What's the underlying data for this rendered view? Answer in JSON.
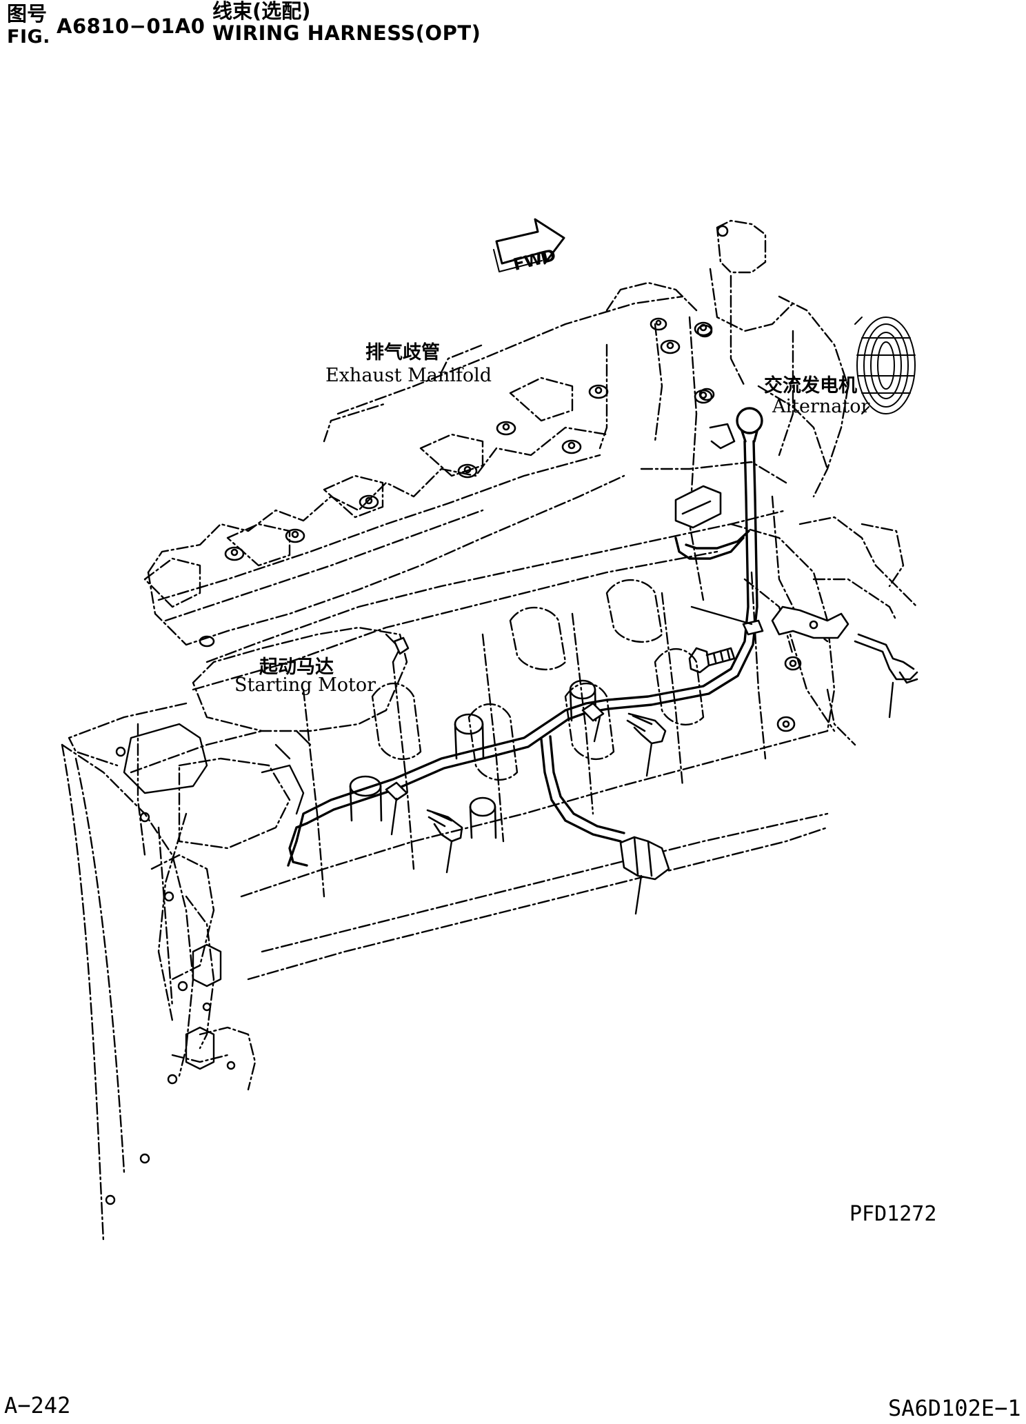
{
  "header": {
    "fig_cn": "图号",
    "fig_en": "FIG.",
    "fig_number": "A6810−01A0",
    "title_cn": "线束(选配)",
    "title_en": "WIRING HARNESS(OPT)"
  },
  "diagram": {
    "fwd_arrow": "FWD",
    "labels": {
      "exhaust_cn": "排气歧管",
      "exhaust_en": "Exhaust Manifold",
      "alternator_cn": "交流发电机",
      "alternator_en": "Aiternator",
      "starter_cn": "起动马达",
      "starter_en": "Starting Motor"
    }
  },
  "footer": {
    "drawing_code": "PFD1272",
    "page_number": "A−242",
    "model_code": "SA6D102E−1"
  }
}
